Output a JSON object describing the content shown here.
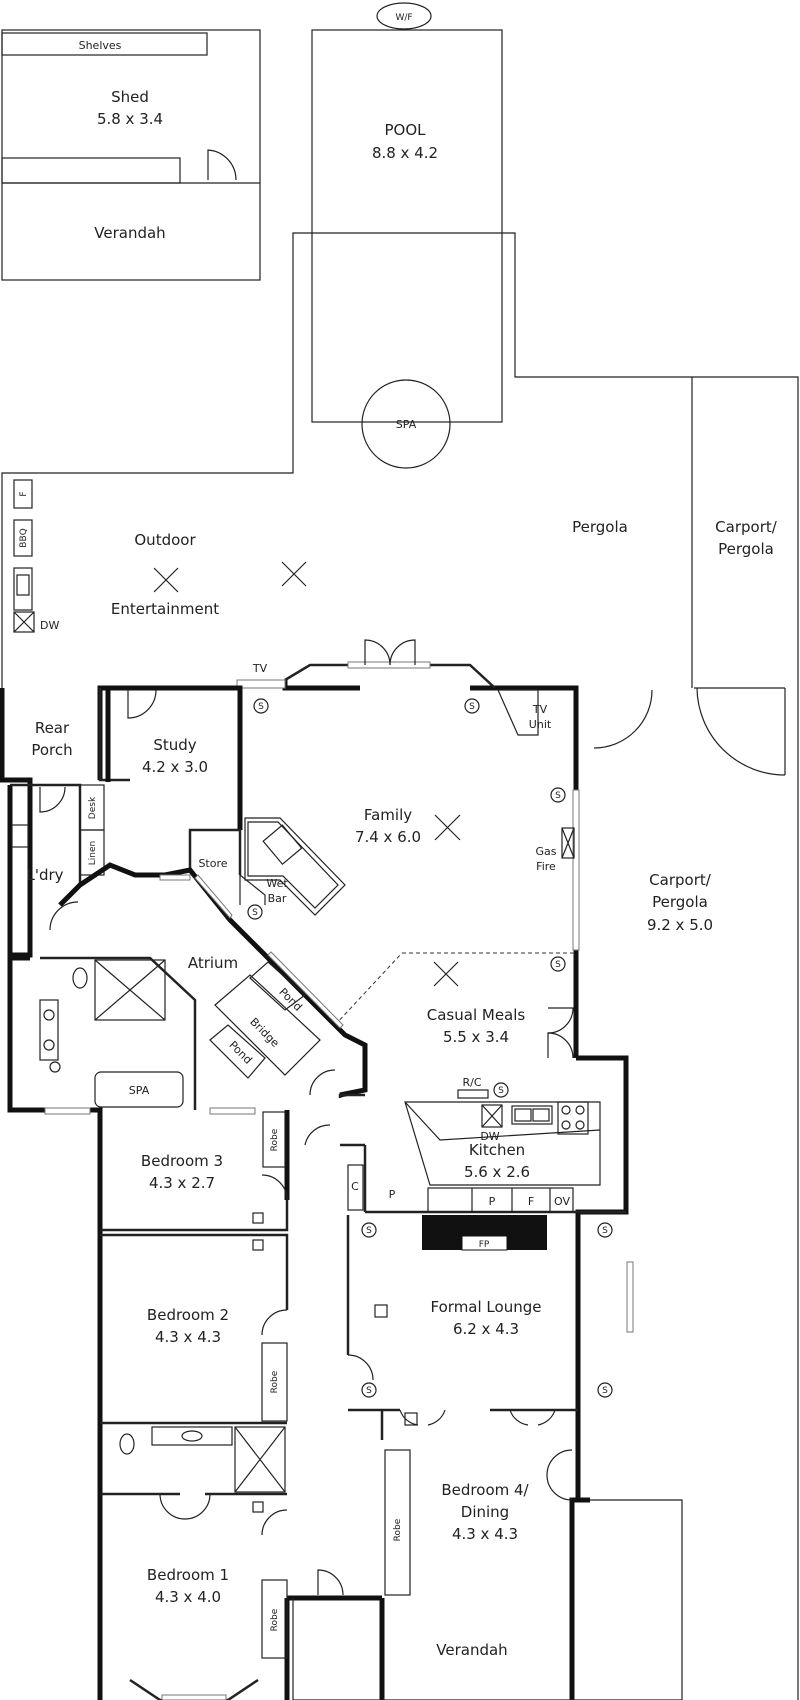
{
  "rooms": {
    "shelves": "Shelves",
    "shed": "Shed",
    "shed_dim": "5.8 x 3.4",
    "verandah_top": "Verandah",
    "wf": "W/F",
    "pool": "POOL",
    "pool_dim": "8.8 x 4.2",
    "spa_pool": "SPA",
    "outdoor_1": "Outdoor",
    "outdoor_2": "Entertainment",
    "pergola": "Pergola",
    "carport_pergola_1": "Carport/",
    "carport_pergola_2": "Pergola",
    "f": "F",
    "bbq": "BBQ",
    "dw_outdoor": "DW",
    "tv": "TV",
    "rear_porch_1": "Rear",
    "rear_porch_2": "Porch",
    "study": "Study",
    "study_dim": "4.2 x 3.0",
    "family": "Family",
    "family_dim": "7.4 x 6.0",
    "tv_unit_1": "TV",
    "tv_unit_2": "Unit",
    "gas_fire_1": "Gas",
    "gas_fire_2": "Fire",
    "carport_1": "Carport/",
    "carport_2": "Pergola",
    "carport_dim": "9.2 x 5.0",
    "desk": "Desk",
    "linen": "Linen",
    "laundry": "L'dry",
    "store": "Store",
    "wet_bar_1": "Wet",
    "wet_bar_2": "Bar",
    "atrium": "Atrium",
    "pond_1": "Pond",
    "bridge": "Bridge",
    "pond_2": "Pond",
    "spa_bath": "SPA",
    "casual_meals": "Casual Meals",
    "casual_meals_dim": "5.5 x 3.4",
    "rc": "R/C",
    "dw_kitchen": "DW",
    "kitchen": "Kitchen",
    "kitchen_dim": "5.6 x 2.6",
    "bedroom3": "Bedroom 3",
    "bedroom3_dim": "4.3 x 2.7",
    "robe1": "Robe",
    "c": "C",
    "p1": "P",
    "p2": "P",
    "f2": "F",
    "ov": "OV",
    "fp": "FP",
    "bedroom2": "Bedroom 2",
    "bedroom2_dim": "4.3 x 4.3",
    "robe2": "Robe",
    "formal_lounge": "Formal Lounge",
    "formal_lounge_dim": "6.2 x 4.3",
    "bedroom4_1": "Bedroom 4/",
    "bedroom4_2": "Dining",
    "bedroom4_dim": "4.3 x 4.3",
    "robe4": "Robe",
    "bedroom1": "Bedroom 1",
    "bedroom1_dim": "4.3 x 4.0",
    "robe3": "Robe",
    "verandah_bottom": "Verandah",
    "s": "S"
  },
  "colors": {
    "wall": "#111111",
    "line": "#222222",
    "background": "#ffffff"
  }
}
